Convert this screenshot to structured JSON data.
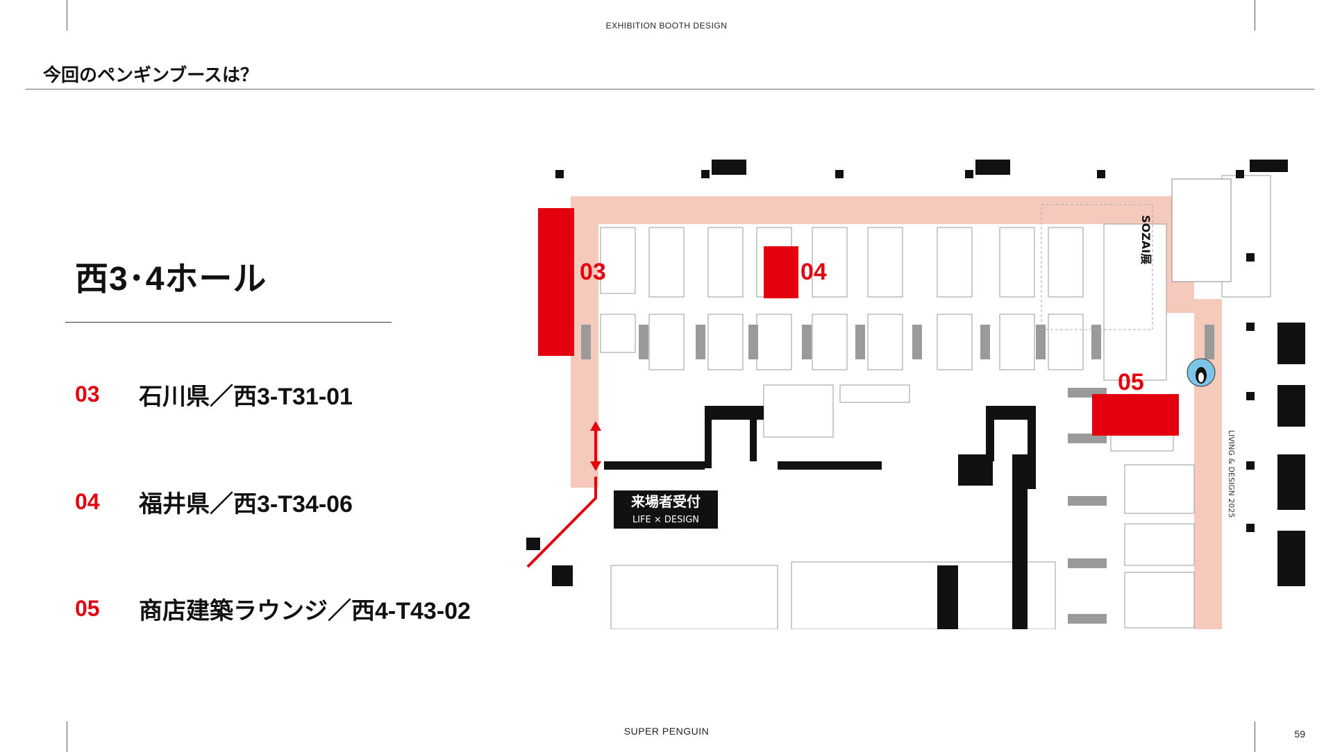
{
  "header": {
    "section": "EXHIBITION BOOTH DESIGN"
  },
  "page": {
    "title": "今回のペンギンブースは？",
    "number": "59"
  },
  "hall": {
    "title": "西3･4ホール"
  },
  "booths": [
    {
      "num": "03",
      "text": "石川県／西3-T31-01"
    },
    {
      "num": "04",
      "text": "福井県／西3-T34-06"
    },
    {
      "num": "05",
      "text": "商店建築ラウンジ／西4-T43-02"
    }
  ],
  "map": {
    "labels": {
      "b03": "03",
      "b04": "04",
      "b05": "05"
    },
    "reception_line1": "来場者受付",
    "reception_line2": "LIFE × DESIGN",
    "sozai": "SOZAI展",
    "living": "LIVING & DESIGN 2025",
    "highlight_color": "#e3000f",
    "aisle_color": "#f6c9bd"
  },
  "footer": {
    "brand": "SUPER PENGUIN"
  },
  "colors": {
    "accent": "#e3000f",
    "text": "#111111"
  }
}
